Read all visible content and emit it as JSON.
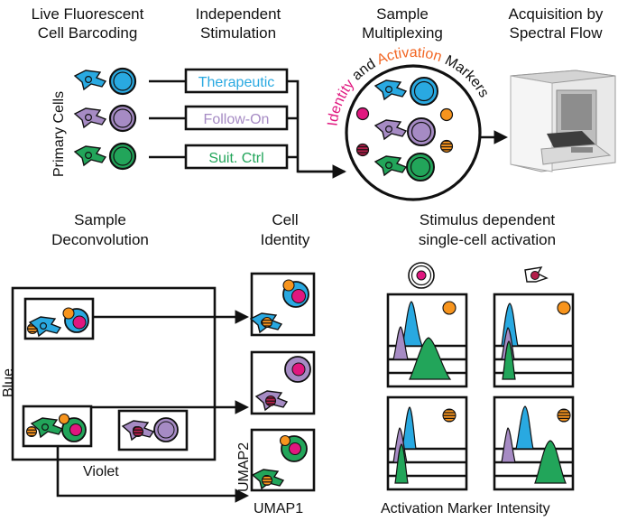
{
  "headers": {
    "barcoding": [
      "Live Fluorescent",
      "Cell Barcoding"
    ],
    "stimulation": [
      "Independent",
      "Stimulation"
    ],
    "multiplexing": [
      "Sample",
      "Multiplexing"
    ],
    "acquisition": [
      "Acquisition by",
      "Spectral Flow"
    ],
    "deconvolution": [
      "Sample",
      "Deconvolution"
    ],
    "identity": [
      "Cell",
      "Identity"
    ],
    "activation": [
      "Stimulus dependent",
      "single-cell activation"
    ]
  },
  "primary_cells_label": "Primary Cells",
  "stimulation_conditions": [
    {
      "label": "Therapeutic",
      "color": "#29a9e1"
    },
    {
      "label": "Follow-On",
      "color": "#a68bc4"
    },
    {
      "label": "Suit. Ctrl",
      "color": "#22a55a"
    }
  ],
  "multiplex_arc": {
    "identity": "Identity",
    "and": "and",
    "activation": "Activation",
    "markers": "Markers"
  },
  "axis_labels": {
    "blue": "Blue",
    "violet": "Violet",
    "umap1": "UMAP1",
    "umap2": "UMAP2",
    "activation_intensity": "Activation Marker Intensity"
  },
  "colors": {
    "blue": "#29a9e1",
    "violet": "#a68bc4",
    "green": "#22a55a",
    "magenta": "#e0177f",
    "orange": "#f7941d",
    "activation_text": "#f26522",
    "striped_dark": "#b31e4a"
  }
}
